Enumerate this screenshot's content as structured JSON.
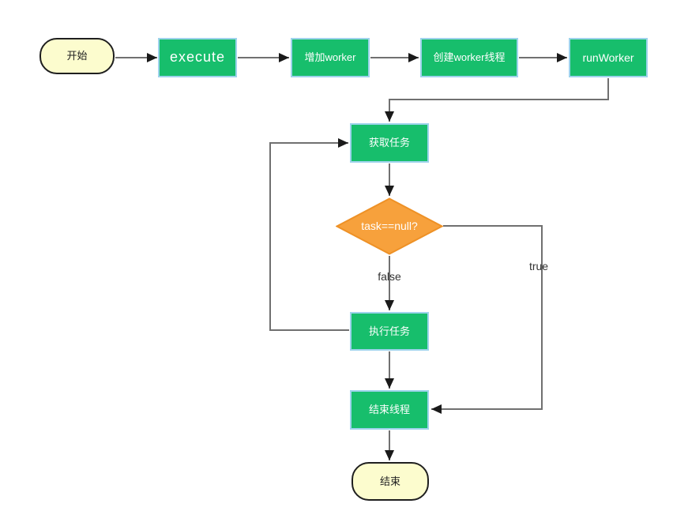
{
  "diagram": {
    "nodes": {
      "start": {
        "label": "开始",
        "shape": "terminator"
      },
      "execute": {
        "label": "execute",
        "shape": "process"
      },
      "add_worker": {
        "label": "增加worker",
        "shape": "process"
      },
      "create_worker_thread": {
        "label": "创建worker线程",
        "shape": "process"
      },
      "run_worker": {
        "label": "runWorker",
        "shape": "process"
      },
      "get_task": {
        "label": "获取任务",
        "shape": "process"
      },
      "task_null_check": {
        "label": "task==null?",
        "shape": "decision"
      },
      "execute_task": {
        "label": "执行任务",
        "shape": "process"
      },
      "end_thread": {
        "label": "结束线程",
        "shape": "process"
      },
      "end": {
        "label": "结束",
        "shape": "terminator"
      }
    },
    "edge_labels": {
      "false_branch": "false",
      "true_branch": "true"
    },
    "colors": {
      "process_fill": "#17BE6C",
      "process_border": "#9ED3EC",
      "decision_fill": "#F7A13C",
      "decision_border": "#EE9126",
      "terminator_fill": "#FCFCCE",
      "terminator_border": "#1F1F1F",
      "connector": "#707070",
      "arrowhead": "#1A1A1A",
      "node_text": "#FFFFFF",
      "label_text": "#333333",
      "canvas_bg": "#FFFFFF"
    }
  }
}
